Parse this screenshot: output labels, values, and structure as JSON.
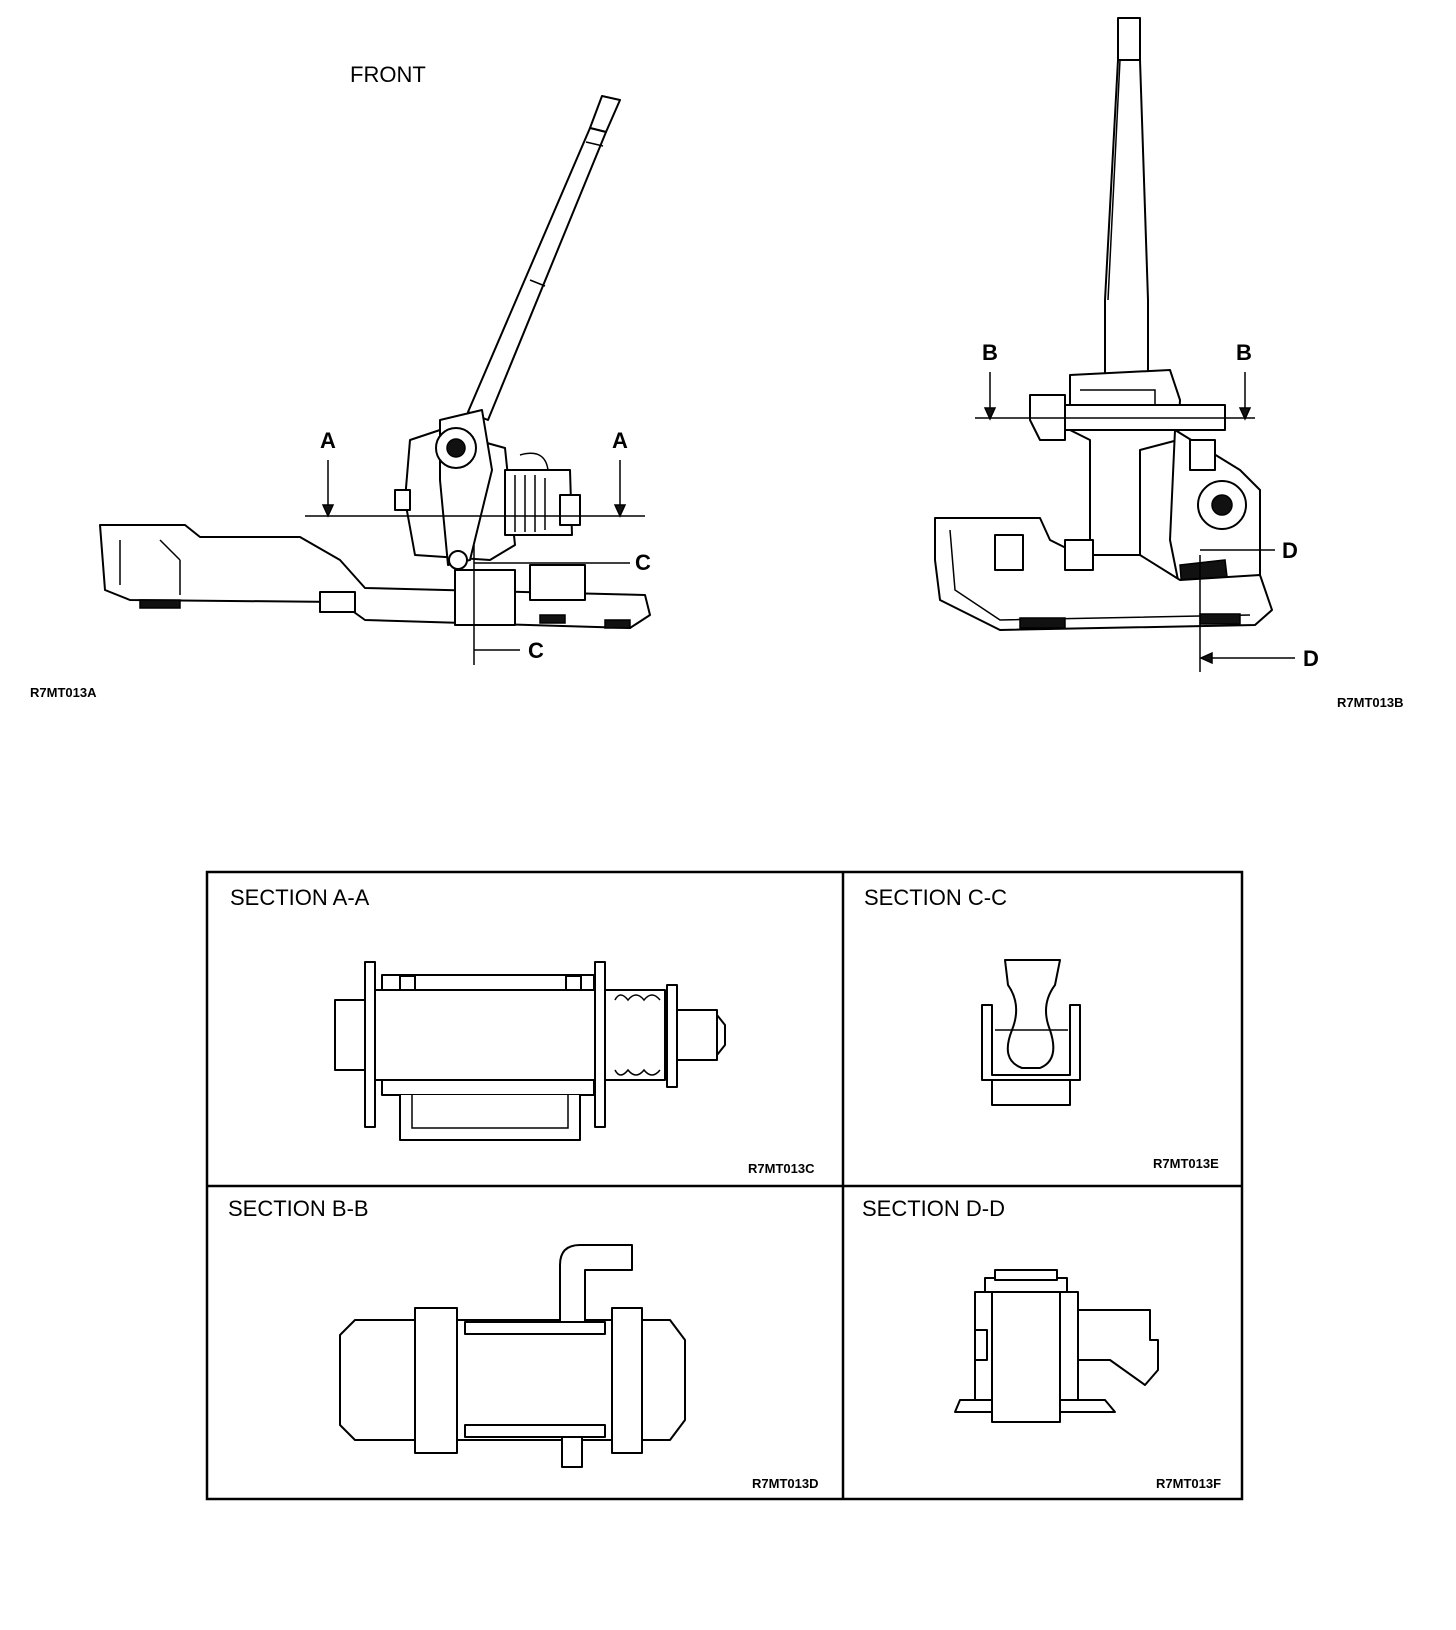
{
  "front_view": {
    "title": "FRONT",
    "section_marks": [
      "A",
      "A",
      "C",
      "C"
    ],
    "figure_code": "R7MT013A"
  },
  "side_view": {
    "section_marks": [
      "B",
      "B",
      "D",
      "D"
    ],
    "figure_code": "R7MT013B"
  },
  "sections": [
    {
      "title": "SECTION A-A",
      "figure_code": "R7MT013C"
    },
    {
      "title": "SECTION C-C",
      "figure_code": "R7MT013E"
    },
    {
      "title": "SECTION B-B",
      "figure_code": "R7MT013D"
    },
    {
      "title": "SECTION D-D",
      "figure_code": "R7MT013F"
    }
  ]
}
